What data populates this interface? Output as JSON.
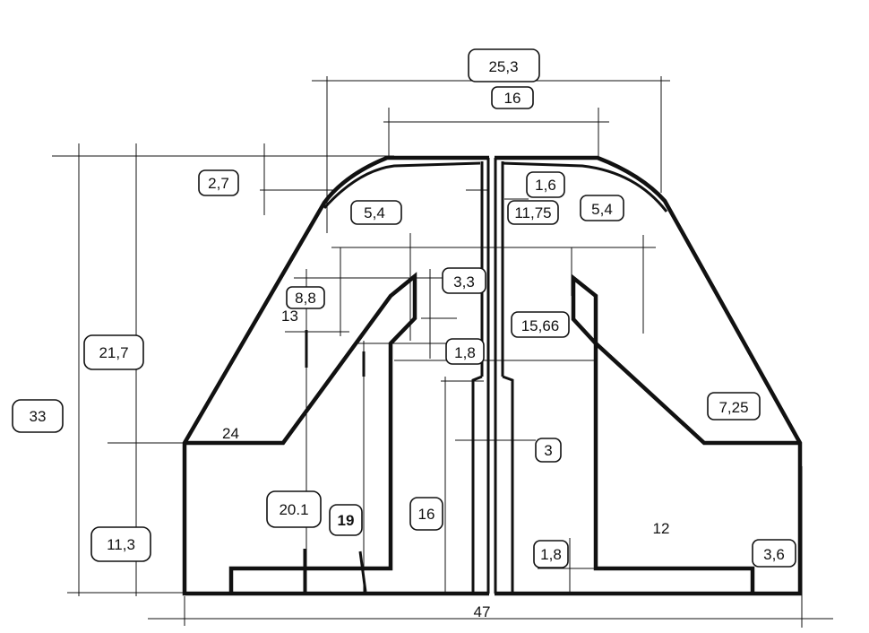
{
  "dimensions": {
    "top_overall_width": "25,3",
    "top_flat_width": "16",
    "arc_height": "2,7",
    "center_gap_top": "1,6",
    "center_depth": "11,75",
    "arc_thickness_left": "5,4",
    "arc_thickness_right": "5,4",
    "inner_height_left": "8,8",
    "inner_offset_left": "13",
    "inner_notch": "3,3",
    "inner_height_right": "15,66",
    "inner_gap": "1,8",
    "side_height": "21,7",
    "total_height": "33",
    "slope_length": "7,25",
    "shoulder_width": "24",
    "center_slot": "3",
    "leg_height_a": "20.1",
    "leg_height_b": "19",
    "leg_height_c": "16",
    "base_height": "11,3",
    "base_gap": "1,8",
    "right_leg_width": "12",
    "corner_height": "3,6",
    "total_width": "47"
  }
}
